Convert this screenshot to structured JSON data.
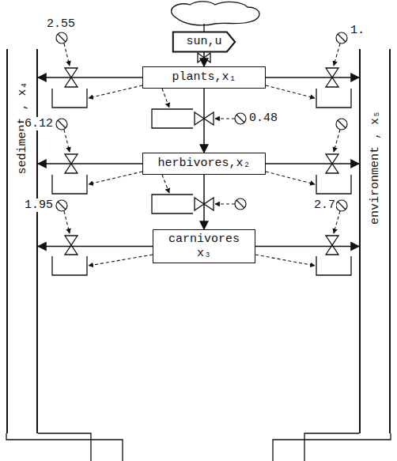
{
  "diagram": {
    "nodes": [
      {
        "text": [
          "sun,u"
        ]
      },
      {
        "text": [
          "plants,x₁"
        ]
      },
      {
        "text": [
          "herbivores,x₂"
        ]
      },
      {
        "text": [
          "carnivores x₃"
        ]
      },
      {
        "text": [
          "sediment , x₄"
        ]
      },
      {
        "text": [
          "environment , x₅"
        ]
      }
    ],
    "edges": [
      {
        "from": 0,
        "to": 1,
        "arrow": "to"
      },
      {
        "from": 1,
        "to": 2,
        "arrow": "to"
      },
      {
        "from": 2,
        "to": 3,
        "arrow": "to"
      },
      {
        "from": 1,
        "to": 4,
        "arrow": "to"
      },
      {
        "from": 1,
        "to": 5,
        "arrow": "to"
      },
      {
        "from": 2,
        "to": 4,
        "arrow": "to"
      },
      {
        "from": 2,
        "to": 5,
        "arrow": "to"
      },
      {
        "from": 3,
        "to": 4,
        "arrow": "to"
      },
      {
        "from": 3,
        "to": 5,
        "arrow": "to"
      }
    ],
    "labels": [
      "2.55",
      "1.",
      "0.48",
      "6.12",
      "1.95",
      "2.7"
    ]
  }
}
